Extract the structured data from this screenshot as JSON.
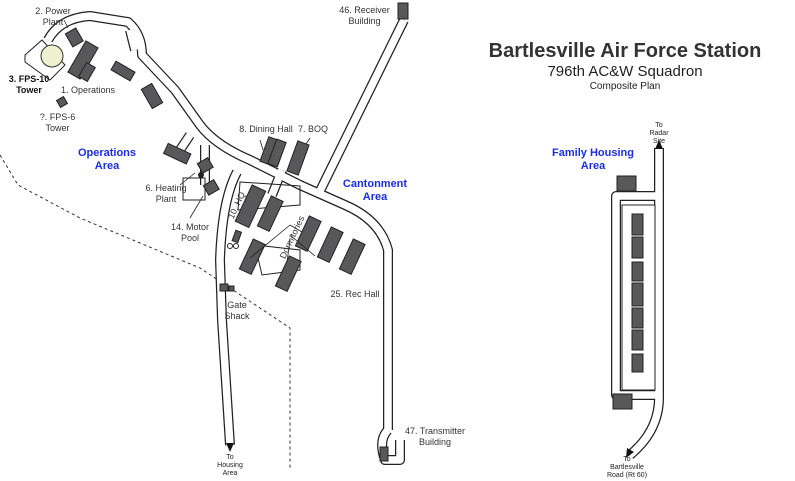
{
  "title": "Bartlesville Air Force Station",
  "subtitle": "796th AC&W Squadron",
  "caption": "Composite Plan",
  "areas": {
    "operations": [
      "Operations",
      "Area"
    ],
    "cantonment": [
      "Cantonment",
      "Area"
    ],
    "family_housing": [
      "Family Housing",
      "Area"
    ]
  },
  "labels": {
    "power_plant": [
      "2. Power",
      "Plant"
    ],
    "fps10": [
      "3. FPS-10",
      "Tower"
    ],
    "operations": "1. Operations",
    "fps6": [
      "?. FPS-6",
      "Tower"
    ],
    "receiver": [
      "46. Receiver",
      "Building"
    ],
    "dining_hall": "8. Dining Hall",
    "boq": "7. BOQ",
    "heating_plant": [
      "6. Heating",
      "Plant"
    ],
    "motor_pool": [
      "14. Motor",
      "Pool"
    ],
    "hq": "10. HQ",
    "dormitories": "Dormitories",
    "rec_hall": "25. Rec Hall",
    "gate_shack": [
      "Gate",
      "Shack"
    ],
    "transmitter": [
      "47. Transmitter",
      "Building"
    ],
    "to_housing": [
      "To",
      "Housing",
      "Area"
    ],
    "to_radar": [
      "To",
      "Radar",
      "Site"
    ],
    "to_bartlesville": [
      "To",
      "Bartlesville",
      "Road (Rt 60)"
    ]
  },
  "colors": {
    "area_label": "#1a2ee0",
    "building": "#58585a",
    "tower": "#eef0d0"
  }
}
